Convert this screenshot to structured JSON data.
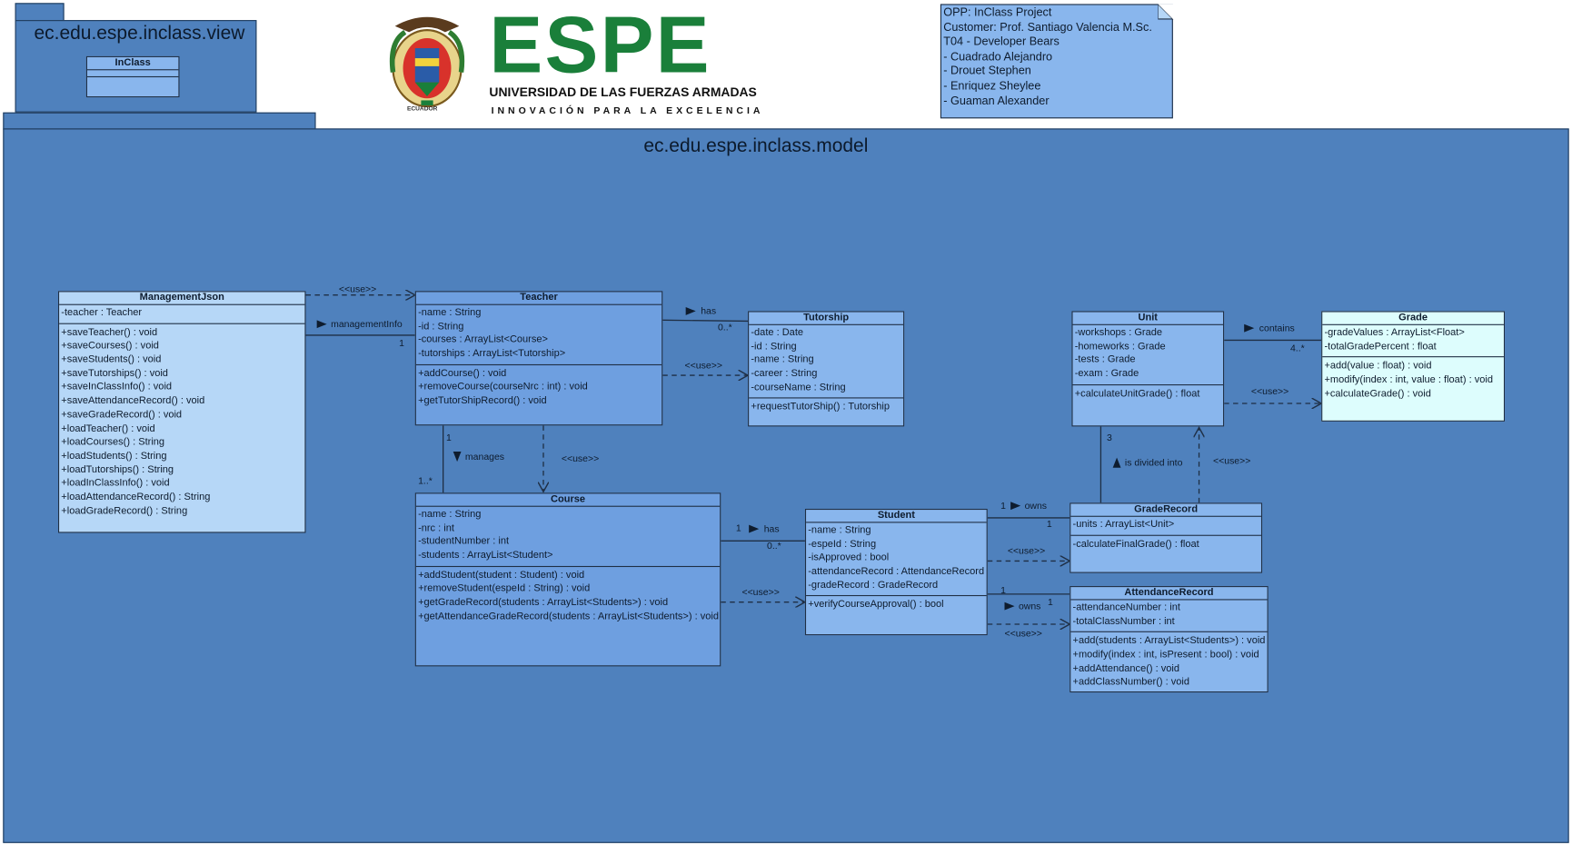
{
  "packages": {
    "view": {
      "name": "ec.edu.espe.inclass.view"
    },
    "model": {
      "name": "ec.edu.espe.inclass.model"
    }
  },
  "logo": {
    "wordmark": "ESPE",
    "university": "UNIVERSIDAD DE LAS FUERZAS ARMADAS",
    "motto": "INNOVACIÓN PARA LA EXCELENCIA",
    "seal_text": "ECUADOR",
    "wordmark_color": "#1a7f3a"
  },
  "note": {
    "lines": [
      "OPP: InClass Project",
      "Customer: Prof. Santiago Valencia M.Sc.",
      "T04 - Developer Bears",
      "- Cuadrado Alejandro",
      "- Drouet Stephen",
      "- Enriquez Sheylee",
      "- Guaman Alexander"
    ]
  },
  "classes": {
    "inclass": {
      "name": "InClass",
      "attributes": [],
      "operations": []
    },
    "management": {
      "name": "ManagementJson",
      "attributes": [
        "-teacher : Teacher"
      ],
      "operations": [
        "+saveTeacher() : void",
        "+saveCourses() : void",
        "+saveStudents() : void",
        "+saveTutorships() : void",
        "+saveInClassInfo() : void",
        "+saveAttendanceRecord() : void",
        "+saveGradeRecord() : void",
        "+loadTeacher() : void",
        "+loadCourses() : String",
        "+loadStudents() : String",
        "+loadTutorships() : String",
        "+loadInClassInfo() : void",
        "+loadAttendanceRecord() : String",
        "+loadGradeRecord() : String"
      ]
    },
    "teacher": {
      "name": "Teacher",
      "attributes": [
        "-name : String",
        "-id : String",
        "-courses : ArrayList<Course>",
        "-tutorships : ArrayList<Tutorship>"
      ],
      "operations": [
        "+addCourse() : void",
        "+removeCourse(courseNrc : int) : void",
        "+getTutorShipRecord() : void"
      ]
    },
    "tutorship": {
      "name": "Tutorship",
      "attributes": [
        "-date : Date",
        "-id : String",
        "-name : String",
        "-career : String",
        "-courseName : String"
      ],
      "operations": [
        "+requestTutorShip() : Tutorship"
      ]
    },
    "course": {
      "name": "Course",
      "attributes": [
        "-name : String",
        "-nrc : int",
        "-studentNumber : int",
        "-students : ArrayList<Student>"
      ],
      "operations": [
        "+addStudent(student : Student) : void",
        "+removeStudent(espeId : String) : void",
        "+getGradeRecord(students : ArrayList<Students>) : void",
        "+getAttendanceGradeRecord(students : ArrayList<Students>) : void"
      ]
    },
    "student": {
      "name": "Student",
      "attributes": [
        "-name : String",
        "-espeId : String",
        "-isApproved : bool",
        "-attendanceRecord : AttendanceRecord",
        "-gradeRecord : GradeRecord"
      ],
      "operations": [
        "+verifyCourseApproval() : bool"
      ]
    },
    "unit": {
      "name": "Unit",
      "attributes": [
        "-workshops : Grade",
        "-homeworks : Grade",
        "-tests : Grade",
        "-exam : Grade"
      ],
      "operations": [
        "+calculateUnitGrade() : float"
      ]
    },
    "grade": {
      "name": "Grade",
      "attributes": [
        "-gradeValues : ArrayList<Float>",
        "-totalGradePercent : float"
      ],
      "operations": [
        "+add(value : float) : void",
        "+modify(index : int, value : float) : void",
        "+calculateGrade() : void"
      ]
    },
    "graderecord": {
      "name": "GradeRecord",
      "attributes": [
        "-units : ArrayList<Unit>"
      ],
      "operations": [
        "-calculateFinalGrade() : float"
      ]
    },
    "attendance": {
      "name": "AttendanceRecord",
      "attributes": [
        "-attendanceNumber : int",
        "-totalClassNumber : int"
      ],
      "operations": [
        "+add(students : ArrayList<Students>) : void",
        "+modify(index : int, isPresent : bool) : void",
        "+addAttendance() : void",
        "+addClassNumber() : void"
      ]
    }
  },
  "relations": {
    "use_label": "<<use>>",
    "management_info": "managementInfo",
    "teacher_has": "has",
    "manages": "manages",
    "course_has": "has",
    "student_owns_1": "owns",
    "student_owns_2": "owns",
    "unit_contains": "contains",
    "is_divided_into": "is divided into",
    "mult_one": "1",
    "mult_zero_many": "0..*",
    "mult_one_many": "1..*",
    "mult_three": "3",
    "mult_four_many": "4..*"
  },
  "colors": {
    "package": "#4f81bd",
    "class_light": "#b6d7f7",
    "class_mid": "#89b6ed",
    "class_dark": "#6e9fe0",
    "class_cyan": "#ddfdfd",
    "line": "#1f2f45"
  }
}
